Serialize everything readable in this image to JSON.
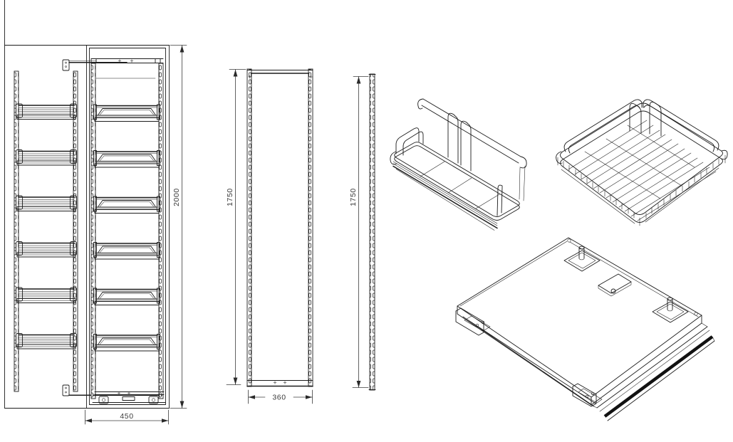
{
  "drawing": {
    "type": "technical-line-drawing",
    "subject": "tall pull-out larder frame with wire baskets",
    "background_color": "#ffffff",
    "line_color": "#1c1c1c",
    "dimension_text_color": "#3a3a3a"
  },
  "views": {
    "front_assembly": {
      "label": "cabinet front view with extended pull-out frame",
      "baskets_per_column": 6,
      "dims": {
        "height": "2000",
        "width": "450"
      }
    },
    "frame_front": {
      "label": "pull-out frame front view",
      "dims": {
        "height": "1750",
        "width": "360"
      }
    },
    "rail_profile": {
      "label": "slotted rail profile view",
      "dims": {
        "height": "1750"
      }
    },
    "basket_narrow_iso": {
      "label": "narrow wire basket isometric view"
    },
    "basket_wide_iso": {
      "label": "wide wire basket isometric view"
    },
    "base_plate_iso": {
      "label": "base slide plate isometric view"
    }
  }
}
